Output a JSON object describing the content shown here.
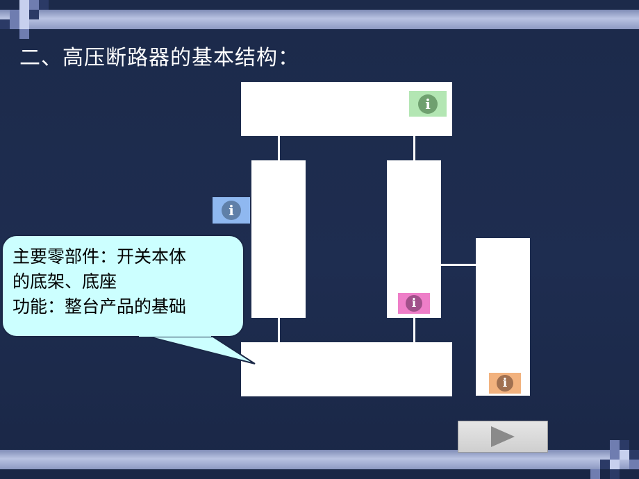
{
  "title": "二、高压断路器的基本结构：",
  "callout": {
    "lines": [
      "主要零部件：开关本体",
      "的底架、底座",
      "功能：整台产品的基础"
    ]
  },
  "info_buttons": [
    {
      "name": "info-button-green",
      "color": "#b3e6b3",
      "icon_color": "#6fa06f",
      "icon": "info-icon"
    },
    {
      "name": "info-button-blue",
      "color": "#8fb8f0",
      "icon_color": "#5f7fa8",
      "icon": "info-icon"
    },
    {
      "name": "info-button-pink",
      "color": "#ee7ec8",
      "icon_color": "#a0508a",
      "icon": "info-icon"
    },
    {
      "name": "info-button-orange",
      "color": "#f2b27e",
      "icon_color": "#a07050",
      "icon": "info-icon"
    }
  ],
  "nav": {
    "next_icon": "play-triangle-icon",
    "next_color": "#8a8a8a"
  },
  "colors": {
    "background": "#1e2d50",
    "callout_fill": "#ccffff",
    "box_fill": "#ffffff"
  }
}
